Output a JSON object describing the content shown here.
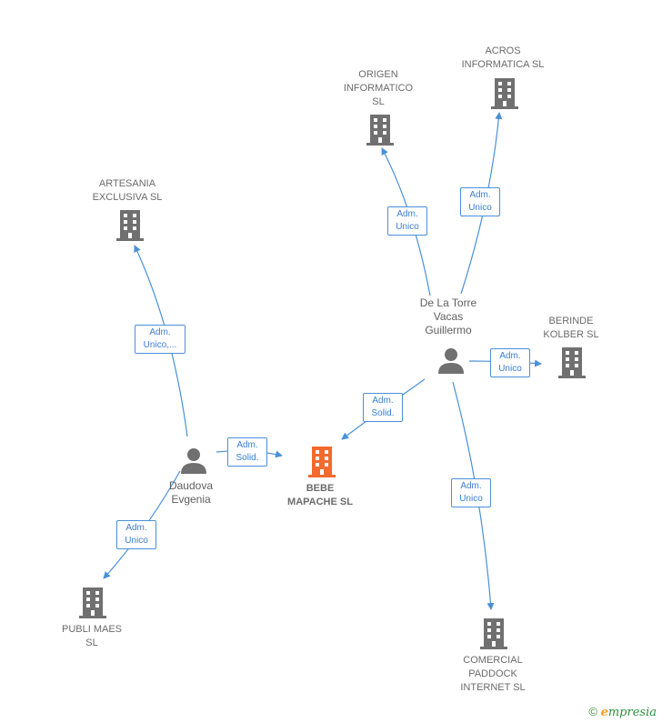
{
  "nodes": {
    "artesania": {
      "label": "ARTESANIA\nEXCLUSIVA  SL"
    },
    "origen": {
      "label": "ORIGEN\nINFORMATICO\nSL"
    },
    "acros": {
      "label": "ACROS\nINFORMATICA SL"
    },
    "delatorre": {
      "label": "De La Torre\nVacas\nGuillermo"
    },
    "berinde": {
      "label": "BERINDE\nKOLBER  SL"
    },
    "daudova": {
      "label": "Daudova\nEvgenia"
    },
    "bebe": {
      "label": "BEBE\nMAPACHE  SL"
    },
    "publi": {
      "label": "PUBLI MAES\nSL"
    },
    "comercial": {
      "label": "COMERCIAL\nPADDOCK\nINTERNET SL"
    }
  },
  "edges": {
    "daudova_artesania": "Adm.\nUnico,...",
    "daudova_bebe": "Adm.\nSolid.",
    "daudova_publi": "Adm.\nUnico",
    "delatorre_origen": "Adm.\nUnico",
    "delatorre_acros": "Adm.\nUnico",
    "delatorre_berinde": "Adm.\nUnico",
    "delatorre_bebe": "Adm.\nSolid.",
    "delatorre_comercial": "Adm.\nUnico"
  },
  "colors": {
    "edge": "#4a90d9",
    "company": "#707070",
    "main_company": "#f26a2e",
    "person": "#707070"
  },
  "footer": {
    "copyright_symbol": "©",
    "brand_e": "e",
    "brand_rest": "mpresia"
  }
}
